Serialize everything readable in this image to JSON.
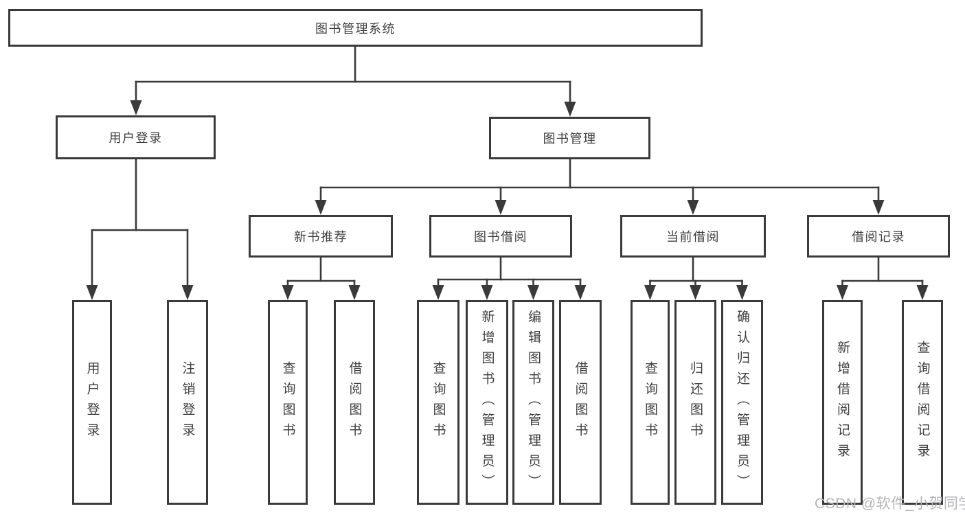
{
  "diagram": {
    "root": {
      "label": "图书管理系统"
    },
    "branches": {
      "user_login": {
        "label": "用户登录",
        "children": {
          "login": {
            "label": "用户登录"
          },
          "logout": {
            "label": "注销登录"
          }
        }
      },
      "book_mgmt": {
        "label": "图书管理",
        "children": {
          "new_books": {
            "label": "新书推荐",
            "children": {
              "query_books": {
                "label": "查询图书"
              },
              "borrow_books": {
                "label": "借阅图书"
              }
            }
          },
          "book_borrow": {
            "label": "图书借阅",
            "children": {
              "query_books": {
                "label": "查询图书"
              },
              "add_books": {
                "label": "新增图书（管理员）"
              },
              "edit_books": {
                "label": "编辑图书（管理员）"
              },
              "borrow_books": {
                "label": "借阅图书"
              }
            }
          },
          "current_borrow": {
            "label": "当前借阅",
            "children": {
              "query_books": {
                "label": "查询图书"
              },
              "return_books": {
                "label": "归还图书"
              },
              "confirm_return": {
                "label": "确认归还（管理员）"
              }
            }
          },
          "borrow_records": {
            "label": "借阅记录",
            "children": {
              "add_record": {
                "label": "新增借阅记录"
              },
              "query_record": {
                "label": "查询借阅记录"
              }
            }
          }
        }
      }
    }
  },
  "watermark": {
    "text": "CSDN @软件_小贺同学"
  },
  "colors": {
    "line": "#3a3a3a",
    "text": "#3e3e3e",
    "watermark": "#b4b4b8",
    "background": "#ffffff"
  }
}
